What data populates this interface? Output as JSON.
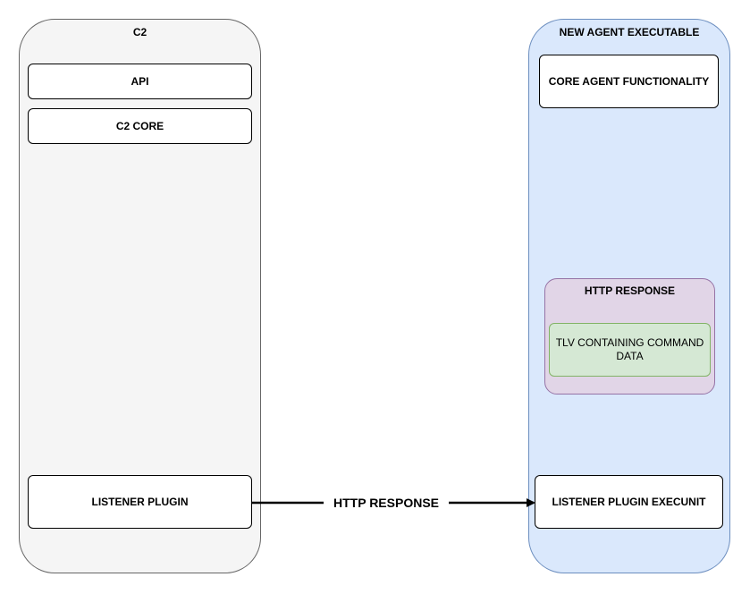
{
  "c2": {
    "title": "C2",
    "api_label": "API",
    "core_label": "C2 CORE",
    "listener_label": "LISTENER PLUGIN"
  },
  "agent": {
    "title": "NEW AGENT EXECUTABLE",
    "core_label": "CORE AGENT FUNCTIONALITY",
    "http_group_title": "HTTP RESPONSE",
    "tlv_label": "TLV CONTAINING COMMAND DATA",
    "execunit_label": "LISTENER PLUGIN EXECUNIT"
  },
  "connection": {
    "label": "HTTP RESPONSE"
  },
  "colors": {
    "c2_fill": "#f5f5f5",
    "agent_fill": "#dae8fc",
    "http_group_fill": "#e1d5e7",
    "tlv_fill": "#d5e8d4"
  }
}
